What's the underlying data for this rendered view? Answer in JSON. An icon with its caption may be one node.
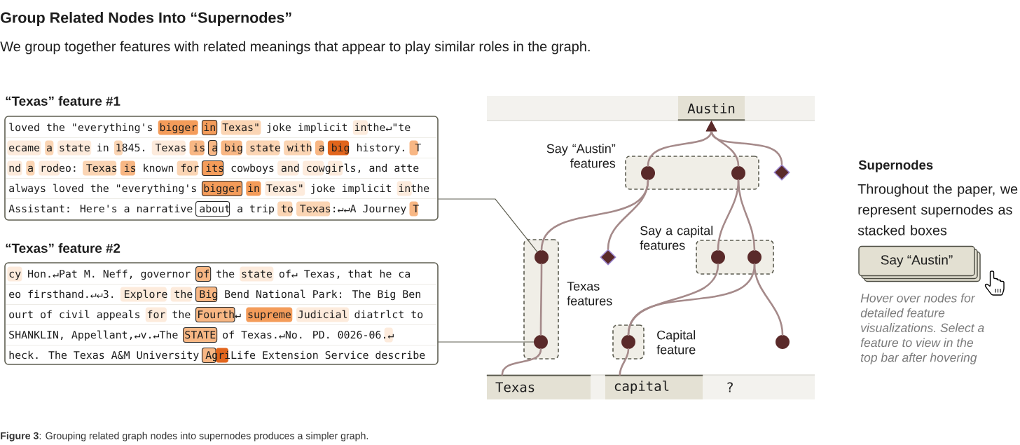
{
  "diagram": {
    "title": "Group Related Nodes Into “Supernodes”",
    "caption": "**Figure 3**: Grouping related graph nodes into supernodes produces a simpler graph.",
    "nodes": [
      {
        "text": [
          "“Texas” feature #1",
          "loved the \"everything's bigger in Texas\" joke implicit inthe↵\"te",
          "ecame a state in 1845. Texas is a big state with a big history. T",
          "nd a rodeo: Texas is known for its cowboys and cowgirls, and atte",
          "always loved the \"everything's bigger in Texas\" joke implicit inthe",
          "Assistant: Here's a narrative about a trip to Texas:↵↵A Journey T"
        ]
      },
      {
        "text": [
          "“Texas” feature #2",
          "cy Hon.↵Pat M. Neff, governor of the state of↵ Texas, that he ca",
          "eo firsthand.↵↵3. Explore the Big Bend National Park: The Big Ben",
          "ourt of civil appeals for the Fourth↵ supreme Judicial diatrlct to",
          "SHANKLIN, Appellant,↵v.↵The STATE of Texas.↵No. PD. 0026-06.↵",
          "heck. The Texas A&M University AgriLife Extension Service describe"
        ]
      },
      {
        "text": [
          "Austin"
        ]
      },
      {
        "text": [
          "Say “Austin” features"
        ]
      },
      {
        "text": [],
        "shape": "circle",
        "in": 3
      },
      {
        "text": [],
        "shape": "circle",
        "in": 3
      },
      {
        "text": [],
        "shape": "diamond"
      },
      {
        "text": [
          "Texas features"
        ]
      },
      {
        "text": [],
        "shape": "circle",
        "in": 7
      },
      {
        "text": [],
        "shape": "circle",
        "in": 7
      },
      {
        "text": [],
        "shape": "diamond"
      },
      {
        "text": [
          "Say a capital features"
        ]
      },
      {
        "text": [],
        "shape": "circle",
        "in": 11
      },
      {
        "text": [],
        "shape": "circle",
        "in": 11
      },
      {
        "text": [
          "Capital feature"
        ]
      },
      {
        "text": [],
        "shape": "circle",
        "in": 14
      },
      {
        "text": [],
        "shape": "circle"
      },
      {
        "text": [
          "Texas"
        ]
      },
      {
        "text": [
          "capital"
        ]
      },
      {
        "text": [
          "?"
        ]
      },
      {
        "text": [
          "Say “Austin”"
        ]
      }
    ],
    "edges": [
      {
        "from": 4,
        "to": 2,
        "arrow": "to"
      },
      {
        "from": 5,
        "to": 2,
        "arrow": "to"
      },
      {
        "from": 6,
        "to": 2,
        "arrow": "to"
      },
      {
        "from": 8,
        "to": 4,
        "arrow": "none"
      },
      {
        "from": 10,
        "to": 4,
        "arrow": "none"
      },
      {
        "from": 12,
        "to": 5,
        "arrow": "none"
      },
      {
        "from": 13,
        "to": 5,
        "arrow": "none"
      },
      {
        "from": 9,
        "to": 8,
        "arrow": "none"
      },
      {
        "from": 17,
        "to": 9,
        "arrow": "none"
      },
      {
        "from": 15,
        "to": 12,
        "arrow": "none"
      },
      {
        "from": 15,
        "to": 13,
        "arrow": "none"
      },
      {
        "from": 16,
        "to": 13,
        "arrow": "none"
      },
      {
        "from": 18,
        "to": 15,
        "arrow": "none"
      },
      {
        "from": 0,
        "to": 8,
        "arrow": "none",
        "color": "#5f5f52"
      },
      {
        "from": 1,
        "to": 9,
        "arrow": "none",
        "color": "#5f5f52"
      }
    ],
    "labels": [
      "We group together features with related meanings that appear to play similar roles in the graph.",
      "Supernodes",
      "Throughout the paper, we represent supernodes as stacked boxes",
      "Hover over nodes for detailed feature visualizations. Select a feature to view in the top bar after hovering"
    ]
  }
}
